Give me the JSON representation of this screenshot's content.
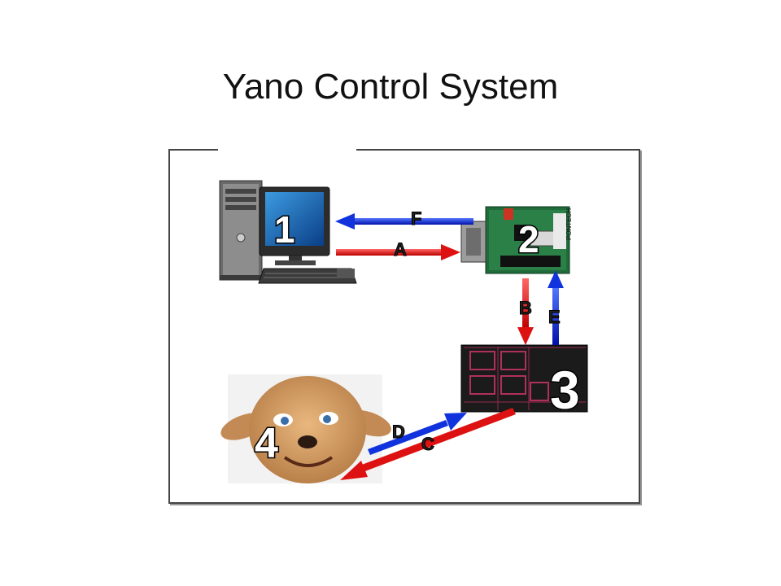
{
  "title": "Yano Control System",
  "components": {
    "computer": {
      "number": "1",
      "icon": "desktop-computer-icon"
    },
    "controller_board": {
      "number": "2",
      "icon": "controller-board-icon",
      "board_text": "PONTECH"
    },
    "circuit_board": {
      "number": "3",
      "icon": "circuit-board-icon"
    },
    "yano_head": {
      "number": "4",
      "icon": "yano-head-icon"
    }
  },
  "connections": {
    "A": {
      "label": "A",
      "color": "#dd1111"
    },
    "B": {
      "label": "B",
      "color": "#dd1111"
    },
    "C": {
      "label": "C",
      "color": "#dd1111"
    },
    "D": {
      "label": "D",
      "color": "#1133dd"
    },
    "E": {
      "label": "E",
      "color": "#1133dd"
    },
    "F": {
      "label": "F",
      "color": "#1133dd"
    }
  }
}
